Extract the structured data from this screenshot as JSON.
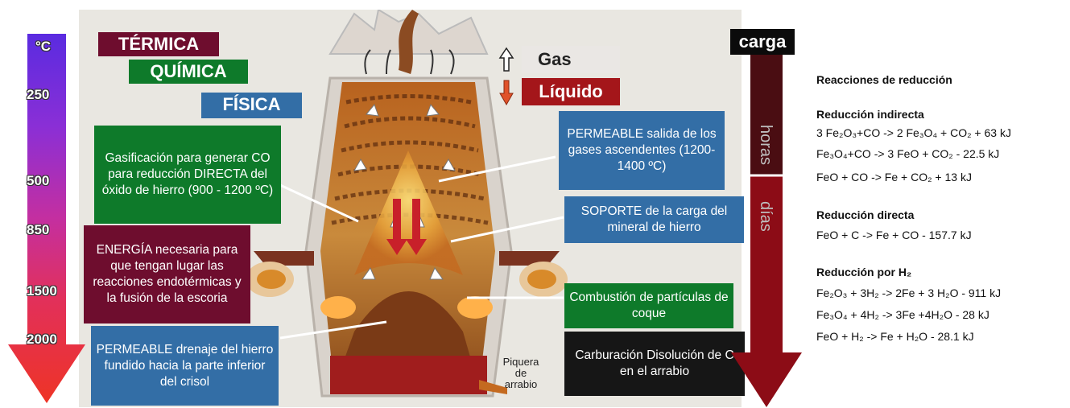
{
  "temperature_scale": {
    "unit": "°C",
    "ticks": [
      "250",
      "500",
      "850",
      "1500",
      "2000"
    ]
  },
  "categories": {
    "thermal": "TÉRMICA",
    "chemical": "QUÍMICA",
    "physical": "FÍSICA"
  },
  "flow_legend": {
    "gas": "Gas",
    "liquid": "Líquido"
  },
  "callouts": {
    "gasification": "Gasificación para generar CO para reducción DIRECTA del óxido de hierro (900 - 1200 ºC)",
    "energy": "ENERGÍA necesaria para que tengan lugar las reacciones endotérmicas y la fusión de la escoria",
    "permeable_drain": "PERMEABLE drenaje del hierro fundido hacia la parte inferior del crisol",
    "permeable_gas": "PERMEABLE salida de los gases ascendentes (1200-1400 ºC)",
    "support": "SOPORTE de la carga del mineral de hierro",
    "combustion": "Combustión de partículas de coque",
    "carburation": "Carburación Disolución de C en el arrabio",
    "taphole": "Piquera de arrabio"
  },
  "charge_axis": {
    "title": "carga",
    "hours": "horas",
    "days": "días"
  },
  "reactions": {
    "title": "Reacciones de reducción",
    "indirect": {
      "heading": "Reducción indirecta",
      "equations": [
        "3 Fe₂O₃+CO -> 2 Fe₃O₄ + CO₂ + 63 kJ",
        "Fe₃O₄+CO -> 3 FeO + CO₂ - 22.5 kJ",
        "FeO + CO -> Fe + CO₂ + 13 kJ"
      ]
    },
    "direct": {
      "heading": "Reducción directa",
      "equations": [
        "FeO + C -> Fe + CO - 157.7 kJ"
      ]
    },
    "hydrogen": {
      "heading": "Reducción por H₂",
      "equations": [
        "Fe₂O₃ + 3H₂ -> 2Fe + 3 H₂O - 911 kJ",
        "Fe₃O₄ + 4H₂ -> 3Fe +4H₂O - 28 kJ",
        "FeO + H₂ -> Fe + H₂O - 28.1 kJ"
      ]
    }
  },
  "colors": {
    "blue_box": "#336ea6",
    "green_box": "#0e7a2a",
    "maroon_box": "#6e0d2e",
    "dark_box": "#161616",
    "charge_arrow": "#8c0c16"
  }
}
